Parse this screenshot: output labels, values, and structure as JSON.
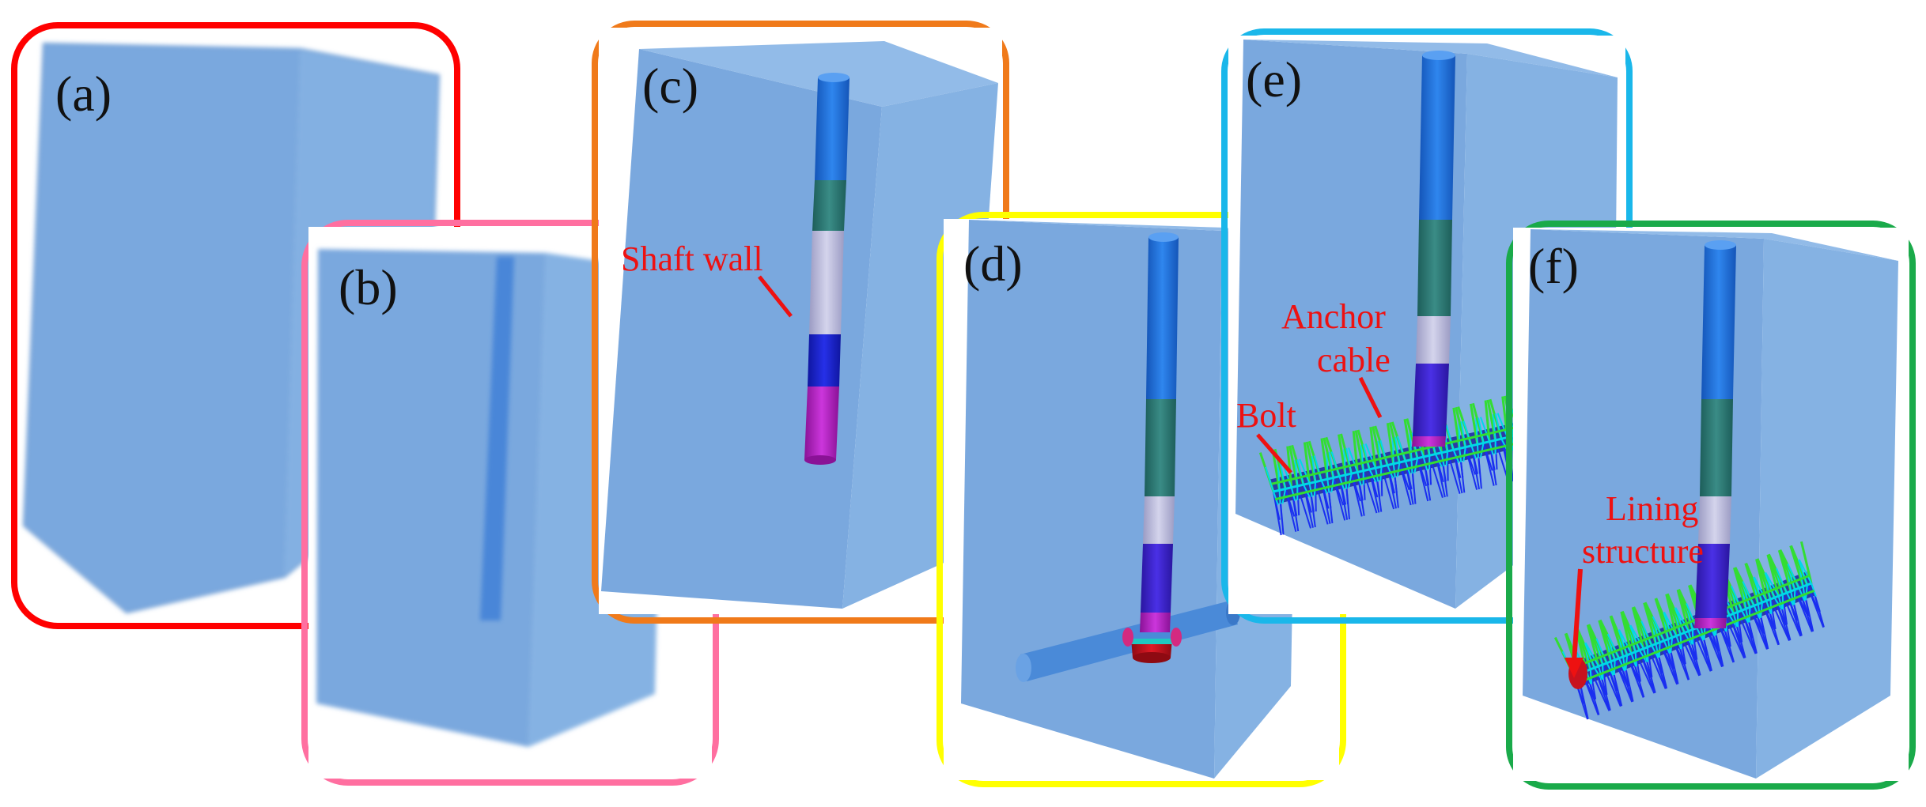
{
  "panels": [
    {
      "label": "(a)",
      "frame_color": "#ff0000"
    },
    {
      "label": "(b)",
      "frame_color": "#ff6fa0"
    },
    {
      "label": "(c)",
      "frame_color": "#f07a1a"
    },
    {
      "label": "(d)",
      "frame_color": "#ffff00"
    },
    {
      "label": "(e)",
      "frame_color": "#1ab7ea"
    },
    {
      "label": "(f)",
      "frame_color": "#1aaa4a"
    }
  ],
  "annotations": {
    "shaft_wall": "Shaft wall",
    "anchor_cable_line1": "Anchor",
    "anchor_cable_line2": "cable",
    "bolt": "Bolt",
    "lining_line1": "Lining",
    "lining_line2": "structure"
  },
  "colors": {
    "rock_mass": "#7aa8de",
    "shaft_blue": "#1f6fd6",
    "shaft_teal": "#2a7a74",
    "shaft_lavender": "#b8b8d8",
    "shaft_deep_blue": "#1a22cc",
    "shaft_purple": "#3a1fd0",
    "shaft_magenta": "#b41fc8",
    "shaft_red": "#c8121e",
    "bolt_blue": "#1a2ff0",
    "bolt_green": "#33dd33",
    "bolt_cyan": "#00d8e8",
    "annotation_red": "#ee1111"
  }
}
